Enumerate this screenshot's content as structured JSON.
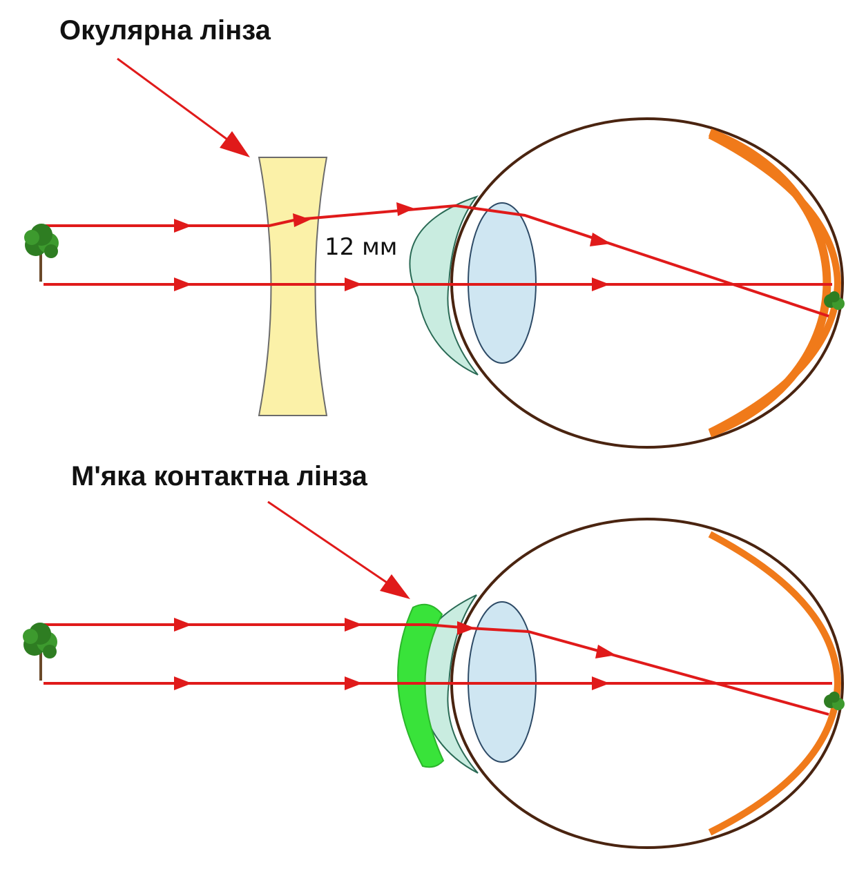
{
  "labels": {
    "eyeglass_lens": "Окулярна лінза",
    "contact_lens": "М'яка контактна лінза",
    "distance": "12 мм"
  },
  "colors": {
    "ray": "#e01a1a",
    "eye_outline": "#4a2410",
    "retina": "#f07a1a",
    "cornea": "#c9ece0",
    "crystalline_lens": "#cfe6f2",
    "eyeglass_lens_fill": "#fbf1a8",
    "contact_lens_fill": "#39e33a",
    "tree_foliage": "#2e7d22",
    "tree_trunk": "#6b4a2a"
  },
  "icons": {
    "object": "tree-icon",
    "image": "tree-icon"
  }
}
